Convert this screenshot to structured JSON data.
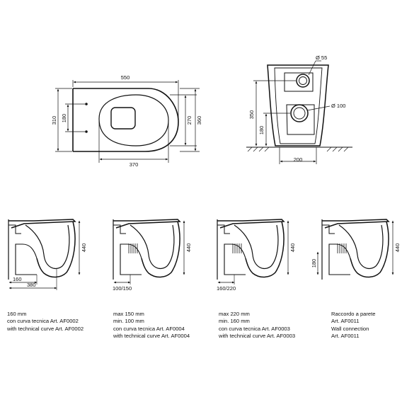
{
  "top_plan": {
    "width": "550",
    "depth": "370",
    "left_h_outer": "310",
    "left_h_inner": "180",
    "right_h_inner": "270",
    "right_h_outer": "360"
  },
  "front_view": {
    "upper_dia": "Ø 55",
    "lower_dia": "Ø 100",
    "height_upper": "350",
    "height_lower": "180",
    "base_width": "200"
  },
  "sections": [
    {
      "height": "440",
      "bottom_a": "160",
      "bottom_b": "380",
      "caption": [
        "160 mm",
        "con curva tecnica Art. AF0002",
        "with technical curve Art. AF0002"
      ]
    },
    {
      "height": "440",
      "bottom_a": "100/150",
      "caption": [
        "max 150 mm",
        "min. 100 mm",
        "con curva tecnica Art. AF0004",
        "with technical curve Art. AF0004"
      ]
    },
    {
      "height": "440",
      "bottom_a": "160/220",
      "caption": [
        "max 220 mm",
        "min. 160 mm",
        "con curva tecnica Art. AF0003",
        "with technical curve Art. AF0003"
      ]
    },
    {
      "height": "440",
      "side": "180",
      "caption": [
        "Raccordo a parete",
        "Art. AF0011",
        "Wall connection",
        "Art. AF0011"
      ]
    }
  ]
}
